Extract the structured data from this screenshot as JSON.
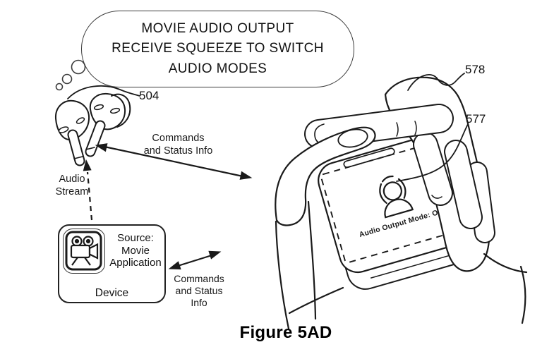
{
  "colors": {
    "ink": "#1a1a1a",
    "background": "#ffffff"
  },
  "thought_bubble": {
    "line1": "MOVIE AUDIO OUTPUT",
    "line2": "RECEIVE SQUEEZE TO SWITCH",
    "line3": "AUDIO MODES"
  },
  "reference_labels": {
    "earbuds": "504",
    "hand": "578",
    "screen_region": "577"
  },
  "link_earbuds_device": {
    "line1": "Commands",
    "line2": "and Status Info"
  },
  "link_device_phone": {
    "line1": "Commands",
    "line2": "and Status",
    "line3": "Info"
  },
  "audio_stream": {
    "line1": "Audio",
    "line2": "Stream"
  },
  "device_box": {
    "source_line1": "Source:",
    "source_line2": "Movie",
    "source_line3": "Application",
    "label": "Device"
  },
  "phone_screen": {
    "mode_text": "Audio Output Mode: OFF"
  },
  "caption": "Figure 5AD"
}
